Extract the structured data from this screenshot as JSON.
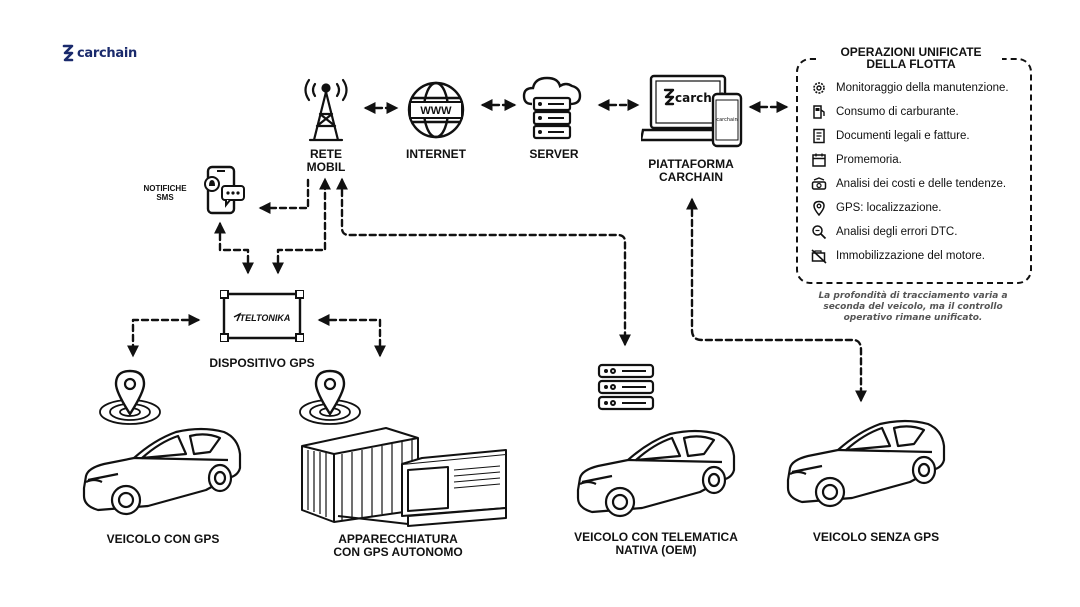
{
  "brand": {
    "name": "carchain",
    "color": "#1a2a6c"
  },
  "nodes": {
    "rete_mobil": "RETE\nMOBIL",
    "internet": "INTERNET",
    "server": "SERVER",
    "piattaforma": "PIATTAFORMA\nCARCHAIN",
    "notifiche": "NOTIFICHE\nSMS",
    "dispositivo": "DISPOSITIVO GPS",
    "device_brand": "TELTONIKA",
    "www": "WWW",
    "platform_screen_logo": "carchain",
    "phone_screen_logo": "carchain"
  },
  "endpoints": {
    "veicolo_gps": "VEICOLO CON GPS",
    "apparecchiatura": "APPARECCHIATURA\nCON GPS AUTONOMO",
    "veicolo_oem": "VEICOLO CON TELEMATICA\nNATIVA (OEM)",
    "veicolo_senza": "VEICOLO SENZA GPS"
  },
  "operations": {
    "title": "OPERAZIONI UNIFICATE\nDELLA FLOTTA",
    "items": [
      {
        "label": "Monitoraggio della manutenzione.",
        "icon": "gear-icon"
      },
      {
        "label": "Consumo di carburante.",
        "icon": "fuel-pump-icon"
      },
      {
        "label": "Documenti legali e fatture.",
        "icon": "document-icon"
      },
      {
        "label": "Promemoria.",
        "icon": "calendar-icon"
      },
      {
        "label": "Analisi dei costi e delle tendenze.",
        "icon": "cost-analysis-icon"
      },
      {
        "label": "GPS: localizzazione.",
        "icon": "location-pin-icon"
      },
      {
        "label": "Analisi degli errori DTC.",
        "icon": "diagnostic-icon"
      },
      {
        "label": "Immobilizzazione del motore.",
        "icon": "engine-lock-icon"
      }
    ],
    "note": "La profondità di tracciamento varia a seconda del veicolo, ma il controllo operativo rimane unificato."
  }
}
